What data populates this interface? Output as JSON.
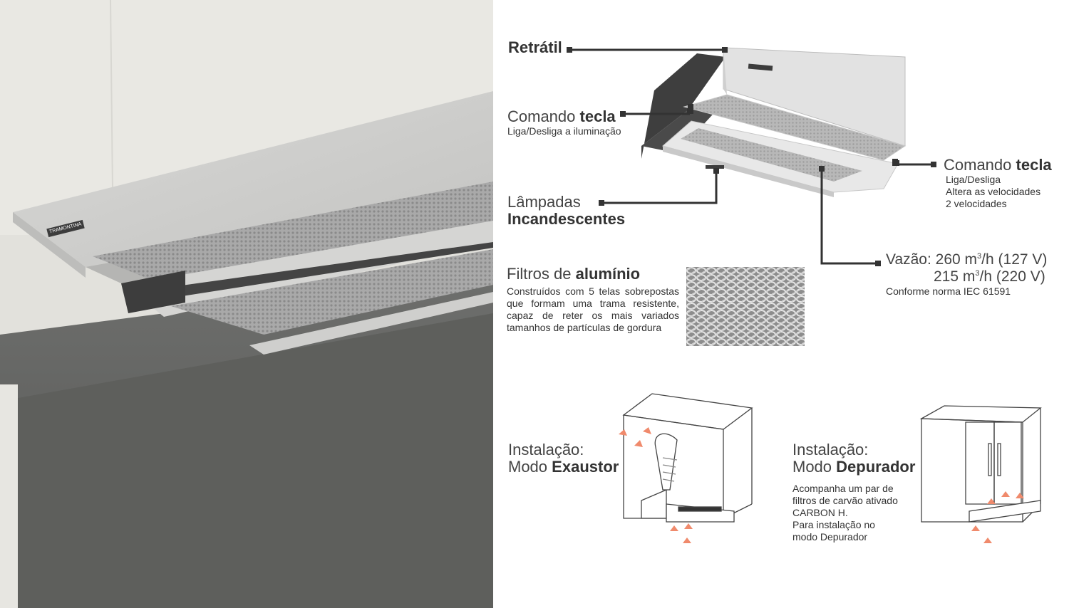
{
  "brand": {
    "logo_text": "TRAMONTINA"
  },
  "callouts": {
    "retratil": {
      "label": "Retrátil"
    },
    "comando_left": {
      "title_regular": "Comando",
      "title_bold": "tecla",
      "desc": "Liga/Desliga a iluminação"
    },
    "comando_right": {
      "title_regular": "Comando",
      "title_bold": "tecla",
      "desc_lines": [
        "Liga/Desliga",
        "Altera as velocidades",
        "2 velocidades"
      ]
    },
    "lampadas": {
      "line1": "Lâmpadas",
      "line2": "Incandescentes"
    },
    "filtros": {
      "title_regular": "Filtros de",
      "title_bold": "alumínio",
      "desc_lines": [
        "Construídos com 5 telas sobrepostas",
        "que formam uma trama resistente,",
        "capaz de reter os mais variados",
        "tamanhos de partículas de gordura"
      ]
    },
    "vazao": {
      "label": "Vazão:",
      "line1_value": "260 m",
      "line1_sup": "3",
      "line1_rest": "/h (127 V)",
      "line2_value": "215 m",
      "line2_sup": "3",
      "line2_rest": "/h (220 V)",
      "note": "Conforme norma IEC 61591"
    }
  },
  "installations": {
    "exaustor": {
      "line1": "Instalação:",
      "line2_regular": "Modo",
      "line2_bold": "Exaustor"
    },
    "depurador": {
      "line1": "Instalação:",
      "line2_regular": "Modo",
      "line2_bold": "Depurador",
      "desc_lines": [
        "Acompanha um par de",
        "filtros de carvão ativado",
        "CARBON H.",
        "Para instalação no",
        "modo Depurador"
      ]
    }
  },
  "colors": {
    "callout_line": "#333333",
    "arrow": "#f08a6c",
    "steel": "#d9d9d9"
  }
}
